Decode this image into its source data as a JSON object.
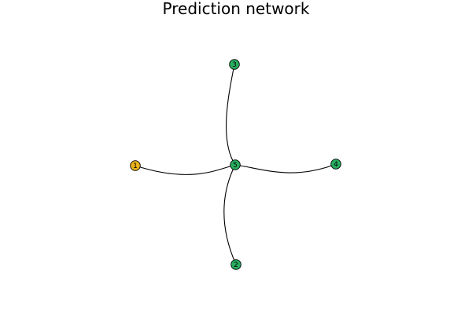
{
  "title": "Prediction network",
  "colors": {
    "background": "#ffffff",
    "edge": "#000000",
    "node_outline": "#000000"
  },
  "graph": {
    "nodes": [
      {
        "id": "1",
        "label": "1",
        "color": "#e8b21c"
      },
      {
        "id": "2",
        "label": "2",
        "color": "#27ae60"
      },
      {
        "id": "3",
        "label": "3",
        "color": "#27ae60"
      },
      {
        "id": "4",
        "label": "4",
        "color": "#27ae60"
      },
      {
        "id": "5",
        "label": "5",
        "color": "#27ae60"
      }
    ],
    "edges": [
      {
        "source": "5",
        "target": "1"
      },
      {
        "source": "5",
        "target": "2"
      },
      {
        "source": "5",
        "target": "3"
      },
      {
        "source": "5",
        "target": "4"
      }
    ]
  }
}
